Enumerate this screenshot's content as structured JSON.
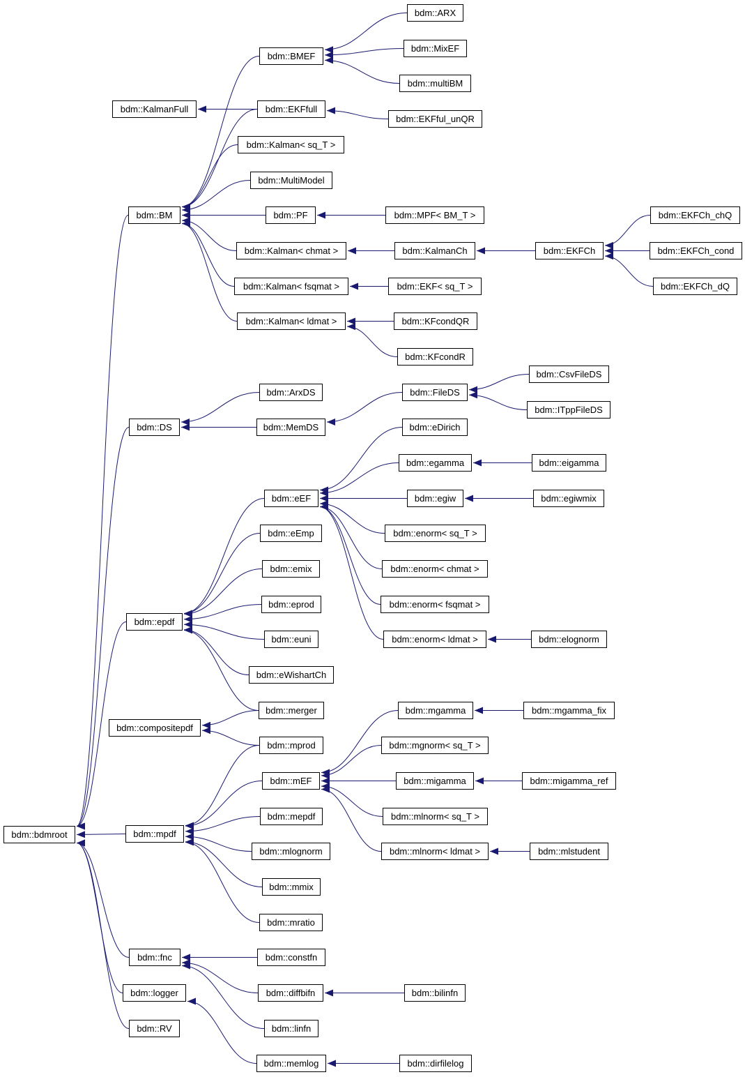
{
  "colors": {
    "edge": "#191970",
    "node_border": "#000000",
    "node_fill": "#ffffff",
    "text": "#000000"
  },
  "nodes": {
    "bdmroot": "bdm::bdmroot",
    "bm": "bdm::BM",
    "ds": "bdm::DS",
    "epdf": "bdm::epdf",
    "compositepdf": "bdm::compositepdf",
    "mpdf": "bdm::mpdf",
    "fnc": "bdm::fnc",
    "logger": "bdm::logger",
    "rv": "bdm::RV",
    "kalmanfull": "bdm::KalmanFull",
    "bmef": "bdm::BMEF",
    "arx": "bdm::ARX",
    "mixef": "bdm::MixEF",
    "multibm": "bdm::multiBM",
    "ekffull": "bdm::EKFfull",
    "ekffulunqr": "bdm::EKFful_unQR",
    "kalman_sqt": "bdm::Kalman< sq_T >",
    "multimodel": "bdm::MultiModel",
    "pf": "bdm::PF",
    "mpf": "bdm::MPF< BM_T >",
    "kalman_chmat": "bdm::Kalman< chmat >",
    "kalmanch": "bdm::KalmanCh",
    "ekfch": "bdm::EKFCh",
    "ekfch_chq": "bdm::EKFCh_chQ",
    "ekfch_cond": "bdm::EKFCh_cond",
    "ekfch_dq": "bdm::EKFCh_dQ",
    "kalman_fsqmat": "bdm::Kalman< fsqmat >",
    "ekf_sqt": "bdm::EKF< sq_T >",
    "kalman_ldmat": "bdm::Kalman< ldmat >",
    "kfcondqr": "bdm::KFcondQR",
    "kfcondr": "bdm::KFcondR",
    "arxds": "bdm::ArxDS",
    "memds": "bdm::MemDS",
    "fileds": "bdm::FileDS",
    "csvfileds": "bdm::CsvFileDS",
    "itppfileds": "bdm::ITppFileDS",
    "eef": "bdm::eEF",
    "edirich": "bdm::eDirich",
    "egamma": "bdm::egamma",
    "eigamma": "bdm::eigamma",
    "egiw": "bdm::egiw",
    "egiwmix": "bdm::egiwmix",
    "enorm_sqt": "bdm::enorm< sq_T >",
    "enorm_chmat": "bdm::enorm< chmat >",
    "enorm_fsqmat": "bdm::enorm< fsqmat >",
    "enorm_ldmat": "bdm::enorm< ldmat >",
    "elognorm": "bdm::elognorm",
    "eemp": "bdm::eEmp",
    "emix": "bdm::emix",
    "eprod": "bdm::eprod",
    "euni": "bdm::euni",
    "ewishartch": "bdm::eWishartCh",
    "merger": "bdm::merger",
    "mprod": "bdm::mprod",
    "mef": "bdm::mEF",
    "mgamma": "bdm::mgamma",
    "mgamma_fix": "bdm::mgamma_fix",
    "mgnorm_sqt": "bdm::mgnorm< sq_T >",
    "migamma": "bdm::migamma",
    "migamma_ref": "bdm::migamma_ref",
    "mlnorm_sqt": "bdm::mlnorm< sq_T >",
    "mlnorm_ldmat": "bdm::mlnorm< ldmat >",
    "mlstudent": "bdm::mlstudent",
    "mepdf": "bdm::mepdf",
    "mlognorm": "bdm::mlognorm",
    "mmix": "bdm::mmix",
    "mratio": "bdm::mratio",
    "constfn": "bdm::constfn",
    "diffbifn": "bdm::diffbifn",
    "bilinfn": "bdm::bilinfn",
    "linfn": "bdm::linfn",
    "memlog": "bdm::memlog",
    "dirfilelog": "bdm::dirfilelog"
  },
  "edges": [
    [
      "bm",
      "bdmroot"
    ],
    [
      "ds",
      "bdmroot"
    ],
    [
      "epdf",
      "bdmroot"
    ],
    [
      "mpdf",
      "bdmroot"
    ],
    [
      "fnc",
      "bdmroot"
    ],
    [
      "logger",
      "bdmroot"
    ],
    [
      "rv",
      "bdmroot"
    ],
    [
      "ekffull",
      "kalmanfull"
    ],
    [
      "bmef",
      "bm"
    ],
    [
      "ekffull",
      "bm"
    ],
    [
      "kalman_sqt",
      "bm"
    ],
    [
      "multimodel",
      "bm"
    ],
    [
      "pf",
      "bm"
    ],
    [
      "kalman_chmat",
      "bm"
    ],
    [
      "kalman_fsqmat",
      "bm"
    ],
    [
      "kalman_ldmat",
      "bm"
    ],
    [
      "arx",
      "bmef"
    ],
    [
      "mixef",
      "bmef"
    ],
    [
      "multibm",
      "bmef"
    ],
    [
      "ekffulunqr",
      "ekffull"
    ],
    [
      "mpf",
      "pf"
    ],
    [
      "kalmanch",
      "kalman_chmat"
    ],
    [
      "ekfch",
      "kalmanch"
    ],
    [
      "ekfch_chq",
      "ekfch"
    ],
    [
      "ekfch_cond",
      "ekfch"
    ],
    [
      "ekfch_dq",
      "ekfch"
    ],
    [
      "ekf_sqt",
      "kalman_fsqmat"
    ],
    [
      "kfcondqr",
      "kalman_ldmat"
    ],
    [
      "kfcondr",
      "kalman_ldmat"
    ],
    [
      "arxds",
      "ds"
    ],
    [
      "memds",
      "ds"
    ],
    [
      "fileds",
      "memds"
    ],
    [
      "csvfileds",
      "fileds"
    ],
    [
      "itppfileds",
      "fileds"
    ],
    [
      "eef",
      "epdf"
    ],
    [
      "eemp",
      "epdf"
    ],
    [
      "emix",
      "epdf"
    ],
    [
      "eprod",
      "epdf"
    ],
    [
      "euni",
      "epdf"
    ],
    [
      "ewishartch",
      "epdf"
    ],
    [
      "merger",
      "epdf"
    ],
    [
      "edirich",
      "eef"
    ],
    [
      "egamma",
      "eef"
    ],
    [
      "egiw",
      "eef"
    ],
    [
      "enorm_sqt",
      "eef"
    ],
    [
      "enorm_chmat",
      "eef"
    ],
    [
      "enorm_fsqmat",
      "eef"
    ],
    [
      "enorm_ldmat",
      "eef"
    ],
    [
      "eigamma",
      "egamma"
    ],
    [
      "egiwmix",
      "egiw"
    ],
    [
      "elognorm",
      "enorm_ldmat"
    ],
    [
      "merger",
      "compositepdf"
    ],
    [
      "mprod",
      "compositepdf"
    ],
    [
      "mprod",
      "mpdf"
    ],
    [
      "mef",
      "mpdf"
    ],
    [
      "mepdf",
      "mpdf"
    ],
    [
      "mlognorm",
      "mpdf"
    ],
    [
      "mmix",
      "mpdf"
    ],
    [
      "mratio",
      "mpdf"
    ],
    [
      "mgamma",
      "mef"
    ],
    [
      "mgnorm_sqt",
      "mef"
    ],
    [
      "migamma",
      "mef"
    ],
    [
      "mlnorm_sqt",
      "mef"
    ],
    [
      "mlnorm_ldmat",
      "mef"
    ],
    [
      "mgamma_fix",
      "mgamma"
    ],
    [
      "migamma_ref",
      "migamma"
    ],
    [
      "mlstudent",
      "mlnorm_ldmat"
    ],
    [
      "constfn",
      "fnc"
    ],
    [
      "diffbifn",
      "fnc"
    ],
    [
      "linfn",
      "fnc"
    ],
    [
      "bilinfn",
      "diffbifn"
    ],
    [
      "memlog",
      "logger"
    ],
    [
      "dirfilelog",
      "memlog"
    ]
  ]
}
